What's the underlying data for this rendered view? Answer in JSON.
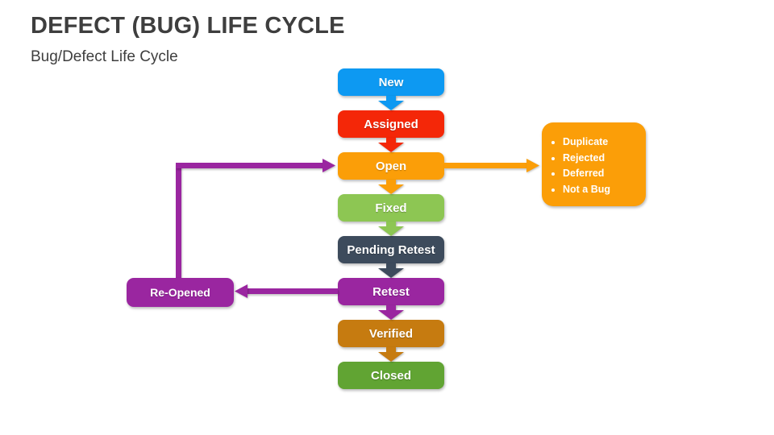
{
  "header": {
    "title": "DEFECT (BUG) LIFE CYCLE",
    "subtitle": "Bug/Defect Life Cycle"
  },
  "flow": {
    "nodes": [
      {
        "label": "New",
        "color": "#0d99f2"
      },
      {
        "label": "Assigned",
        "color": "#f42708"
      },
      {
        "label": "Open",
        "color": "#fb9e08"
      },
      {
        "label": "Fixed",
        "color": "#8dc653"
      },
      {
        "label": "Pending Retest",
        "color": "#3d4b5c"
      },
      {
        "label": "Retest",
        "color": "#9a26a0"
      },
      {
        "label": "Verified",
        "color": "#c67b10"
      },
      {
        "label": "Closed",
        "color": "#61a433"
      }
    ]
  },
  "side_box": {
    "color": "#fb9e08",
    "items": [
      "Duplicate",
      "Rejected",
      "Deferred",
      "Not a Bug"
    ]
  },
  "reopened": {
    "label": "Re-Opened",
    "color": "#9a26a0"
  },
  "connectors": {
    "purple": "#9a26a0",
    "orange": "#fb9e08"
  }
}
